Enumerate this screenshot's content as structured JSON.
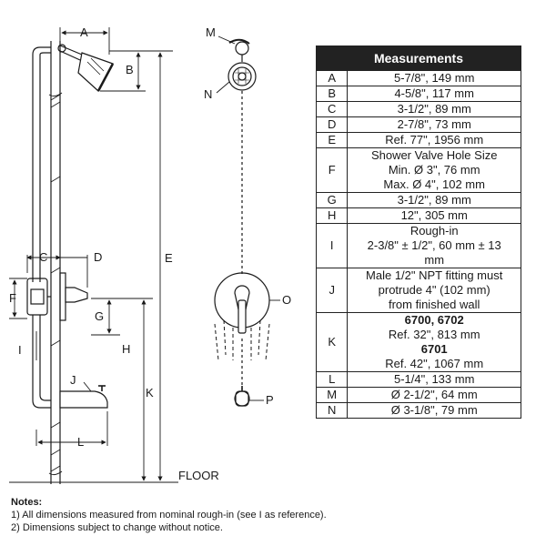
{
  "diagram": {
    "labels": {
      "A": "A",
      "B": "B",
      "C": "C",
      "D": "D",
      "E": "E",
      "F": "F",
      "G": "G",
      "H": "H",
      "I": "I",
      "J": "J",
      "K": "K",
      "L": "L",
      "M": "M",
      "N": "N",
      "O": "O",
      "P": "P"
    },
    "floor": "FLOOR"
  },
  "table": {
    "title": "Measurements",
    "rows": [
      {
        "key": "A",
        "lines": [
          {
            "text": "5-7/8\", 149 mm",
            "bold": false
          }
        ]
      },
      {
        "key": "B",
        "lines": [
          {
            "text": "4-5/8\", 117 mm",
            "bold": false
          }
        ]
      },
      {
        "key": "C",
        "lines": [
          {
            "text": "3-1/2\", 89 mm",
            "bold": false
          }
        ]
      },
      {
        "key": "D",
        "lines": [
          {
            "text": "2-7/8\", 73 mm",
            "bold": false
          }
        ]
      },
      {
        "key": "E",
        "lines": [
          {
            "text": "Ref. 77\", 1956 mm",
            "bold": false
          }
        ]
      },
      {
        "key": "F",
        "lines": [
          {
            "text": "Shower Valve Hole Size",
            "bold": false
          },
          {
            "text": "Min. Ø 3\", 76 mm",
            "bold": false
          },
          {
            "text": "Max. Ø 4\", 102 mm",
            "bold": false
          }
        ]
      },
      {
        "key": "G",
        "lines": [
          {
            "text": "3-1/2\", 89 mm",
            "bold": false
          }
        ]
      },
      {
        "key": "H",
        "lines": [
          {
            "text": "12\", 305 mm",
            "bold": false
          }
        ]
      },
      {
        "key": "I",
        "lines": [
          {
            "text": "Rough-in",
            "bold": false
          },
          {
            "text": "2-3/8\" ± 1/2\", 60 mm ± 13",
            "bold": false
          },
          {
            "text": "mm",
            "bold": false
          }
        ]
      },
      {
        "key": "J",
        "lines": [
          {
            "text": "Male 1/2\" NPT fitting must",
            "bold": false
          },
          {
            "text": "protrude 4\" (102 mm)",
            "bold": false
          },
          {
            "text": "from finished wall",
            "bold": false
          }
        ]
      },
      {
        "key": "K",
        "lines": [
          {
            "text": "6700, 6702",
            "bold": true
          },
          {
            "text": "Ref. 32\", 813 mm",
            "bold": false
          },
          {
            "text": "6701",
            "bold": true
          },
          {
            "text": "Ref. 42\", 1067 mm",
            "bold": false
          }
        ]
      },
      {
        "key": "L",
        "lines": [
          {
            "text": "5-1/4\", 133 mm",
            "bold": false
          }
        ]
      },
      {
        "key": "M",
        "lines": [
          {
            "text": "Ø 2-1/2\", 64 mm",
            "bold": false
          }
        ]
      },
      {
        "key": "N",
        "lines": [
          {
            "text": "Ø 3-1/8\", 79 mm",
            "bold": false
          }
        ]
      }
    ]
  },
  "notes": {
    "title": "Notes:",
    "items": [
      "1) All dimensions measured from nominal rough-in (see I as reference).",
      "2) Dimensions subject to change without notice."
    ]
  }
}
